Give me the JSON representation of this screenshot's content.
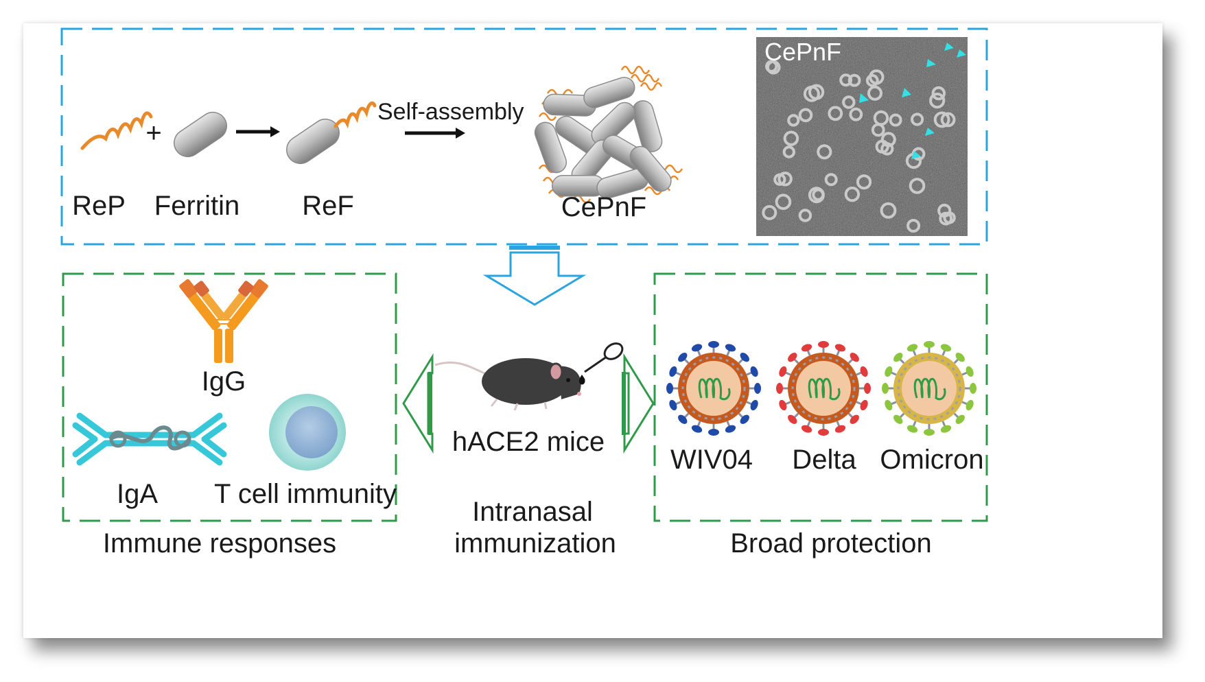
{
  "synthesis": {
    "rep_label": "ReP",
    "ferritin_label": "Ferritin",
    "ref_label": "ReF",
    "self_assembly_label": "Self-assembly",
    "cepnf_label": "CePnF",
    "tem_label": "CePnF",
    "plus_sign": "+"
  },
  "immune_responses": {
    "igg_label": "IgG",
    "iga_label": "IgA",
    "tcell_label": "T cell immunity",
    "caption": "Immune responses"
  },
  "mice": {
    "label": "hACE2 mice",
    "caption_line1": "Intranasal",
    "caption_line2": "immunization"
  },
  "protection": {
    "variants": [
      "WIV04",
      "Delta",
      "Omicron"
    ],
    "caption": "Broad protection"
  },
  "colors": {
    "blue_dash": "#2aa4df",
    "green_dash": "#2f9b48",
    "peptide_orange": "#e8892a",
    "ferritin_gray": "#b9b9b9",
    "igg_orange": "#f39a1f",
    "iga_cyan": "#36c7d9",
    "tcell_teal": "#a6e0dc",
    "virus_core": "#f3c9a3",
    "wiv04_spike": "#1f4aa8",
    "delta_spike": "#e23b3b",
    "omicron_spike": "#8cc63f"
  }
}
